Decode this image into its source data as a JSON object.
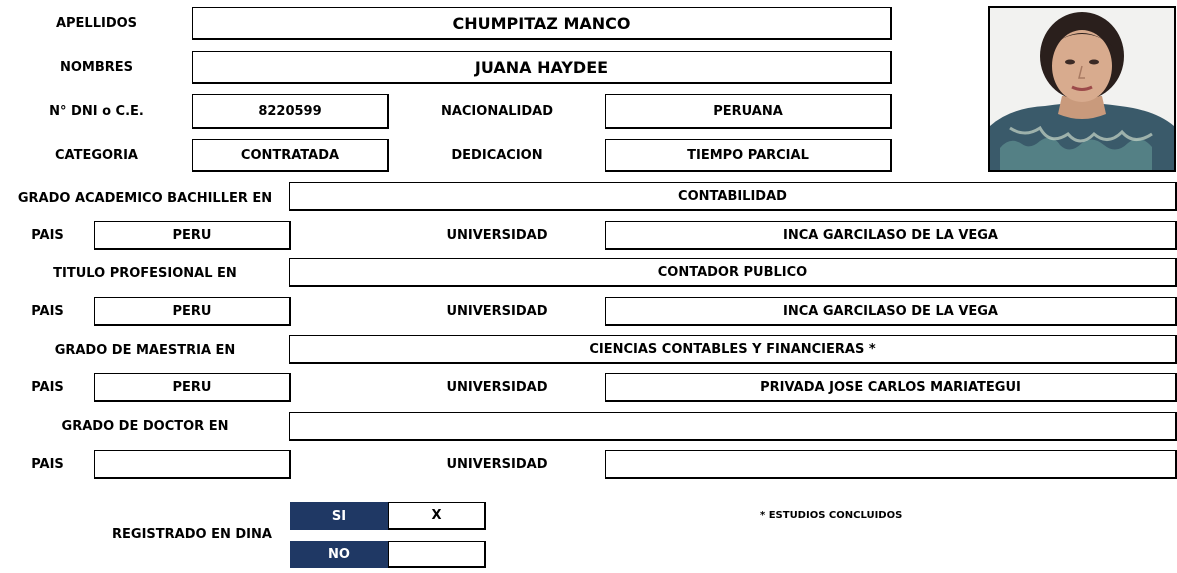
{
  "personal": {
    "apellidos_label": "APELLIDOS",
    "apellidos": "CHUMPITAZ MANCO",
    "nombres_label": "NOMBRES",
    "nombres": "JUANA HAYDEE",
    "dni_label": "N° DNI o C.E.",
    "dni": "8220599",
    "nacionalidad_label": "NACIONALIDAD",
    "nacionalidad": "PERUANA",
    "categoria_label": "CATEGORIA",
    "categoria": "CONTRATADA",
    "dedicacion_label": "DEDICACION",
    "dedicacion": "TIEMPO PARCIAL"
  },
  "education": {
    "pais_label": "PAIS",
    "universidad_label": "UNIVERSIDAD",
    "bachiller": {
      "label": "GRADO ACADEMICO BACHILLER EN",
      "value": "CONTABILIDAD",
      "pais": "PERU",
      "universidad": "INCA GARCILASO DE LA VEGA"
    },
    "titulo": {
      "label": "TITULO PROFESIONAL EN",
      "value": "CONTADOR PUBLICO",
      "pais": "PERU",
      "universidad": "INCA GARCILASO DE LA VEGA"
    },
    "maestria": {
      "label": "GRADO DE MAESTRIA EN",
      "value": "CIENCIAS CONTABLES Y FINANCIERAS  *",
      "pais": "PERU",
      "universidad": "PRIVADA JOSE CARLOS MARIATEGUI"
    },
    "doctor": {
      "label": "GRADO DE DOCTOR EN",
      "value": "",
      "pais": "",
      "universidad": ""
    }
  },
  "dina": {
    "label": "REGISTRADO EN DINA",
    "si_label": "SI",
    "si_mark": "X",
    "no_label": "NO",
    "no_mark": ""
  },
  "footnote": "*  ESTUDIOS CONCLUIDOS",
  "colors": {
    "header_fill": "#1f3864"
  }
}
